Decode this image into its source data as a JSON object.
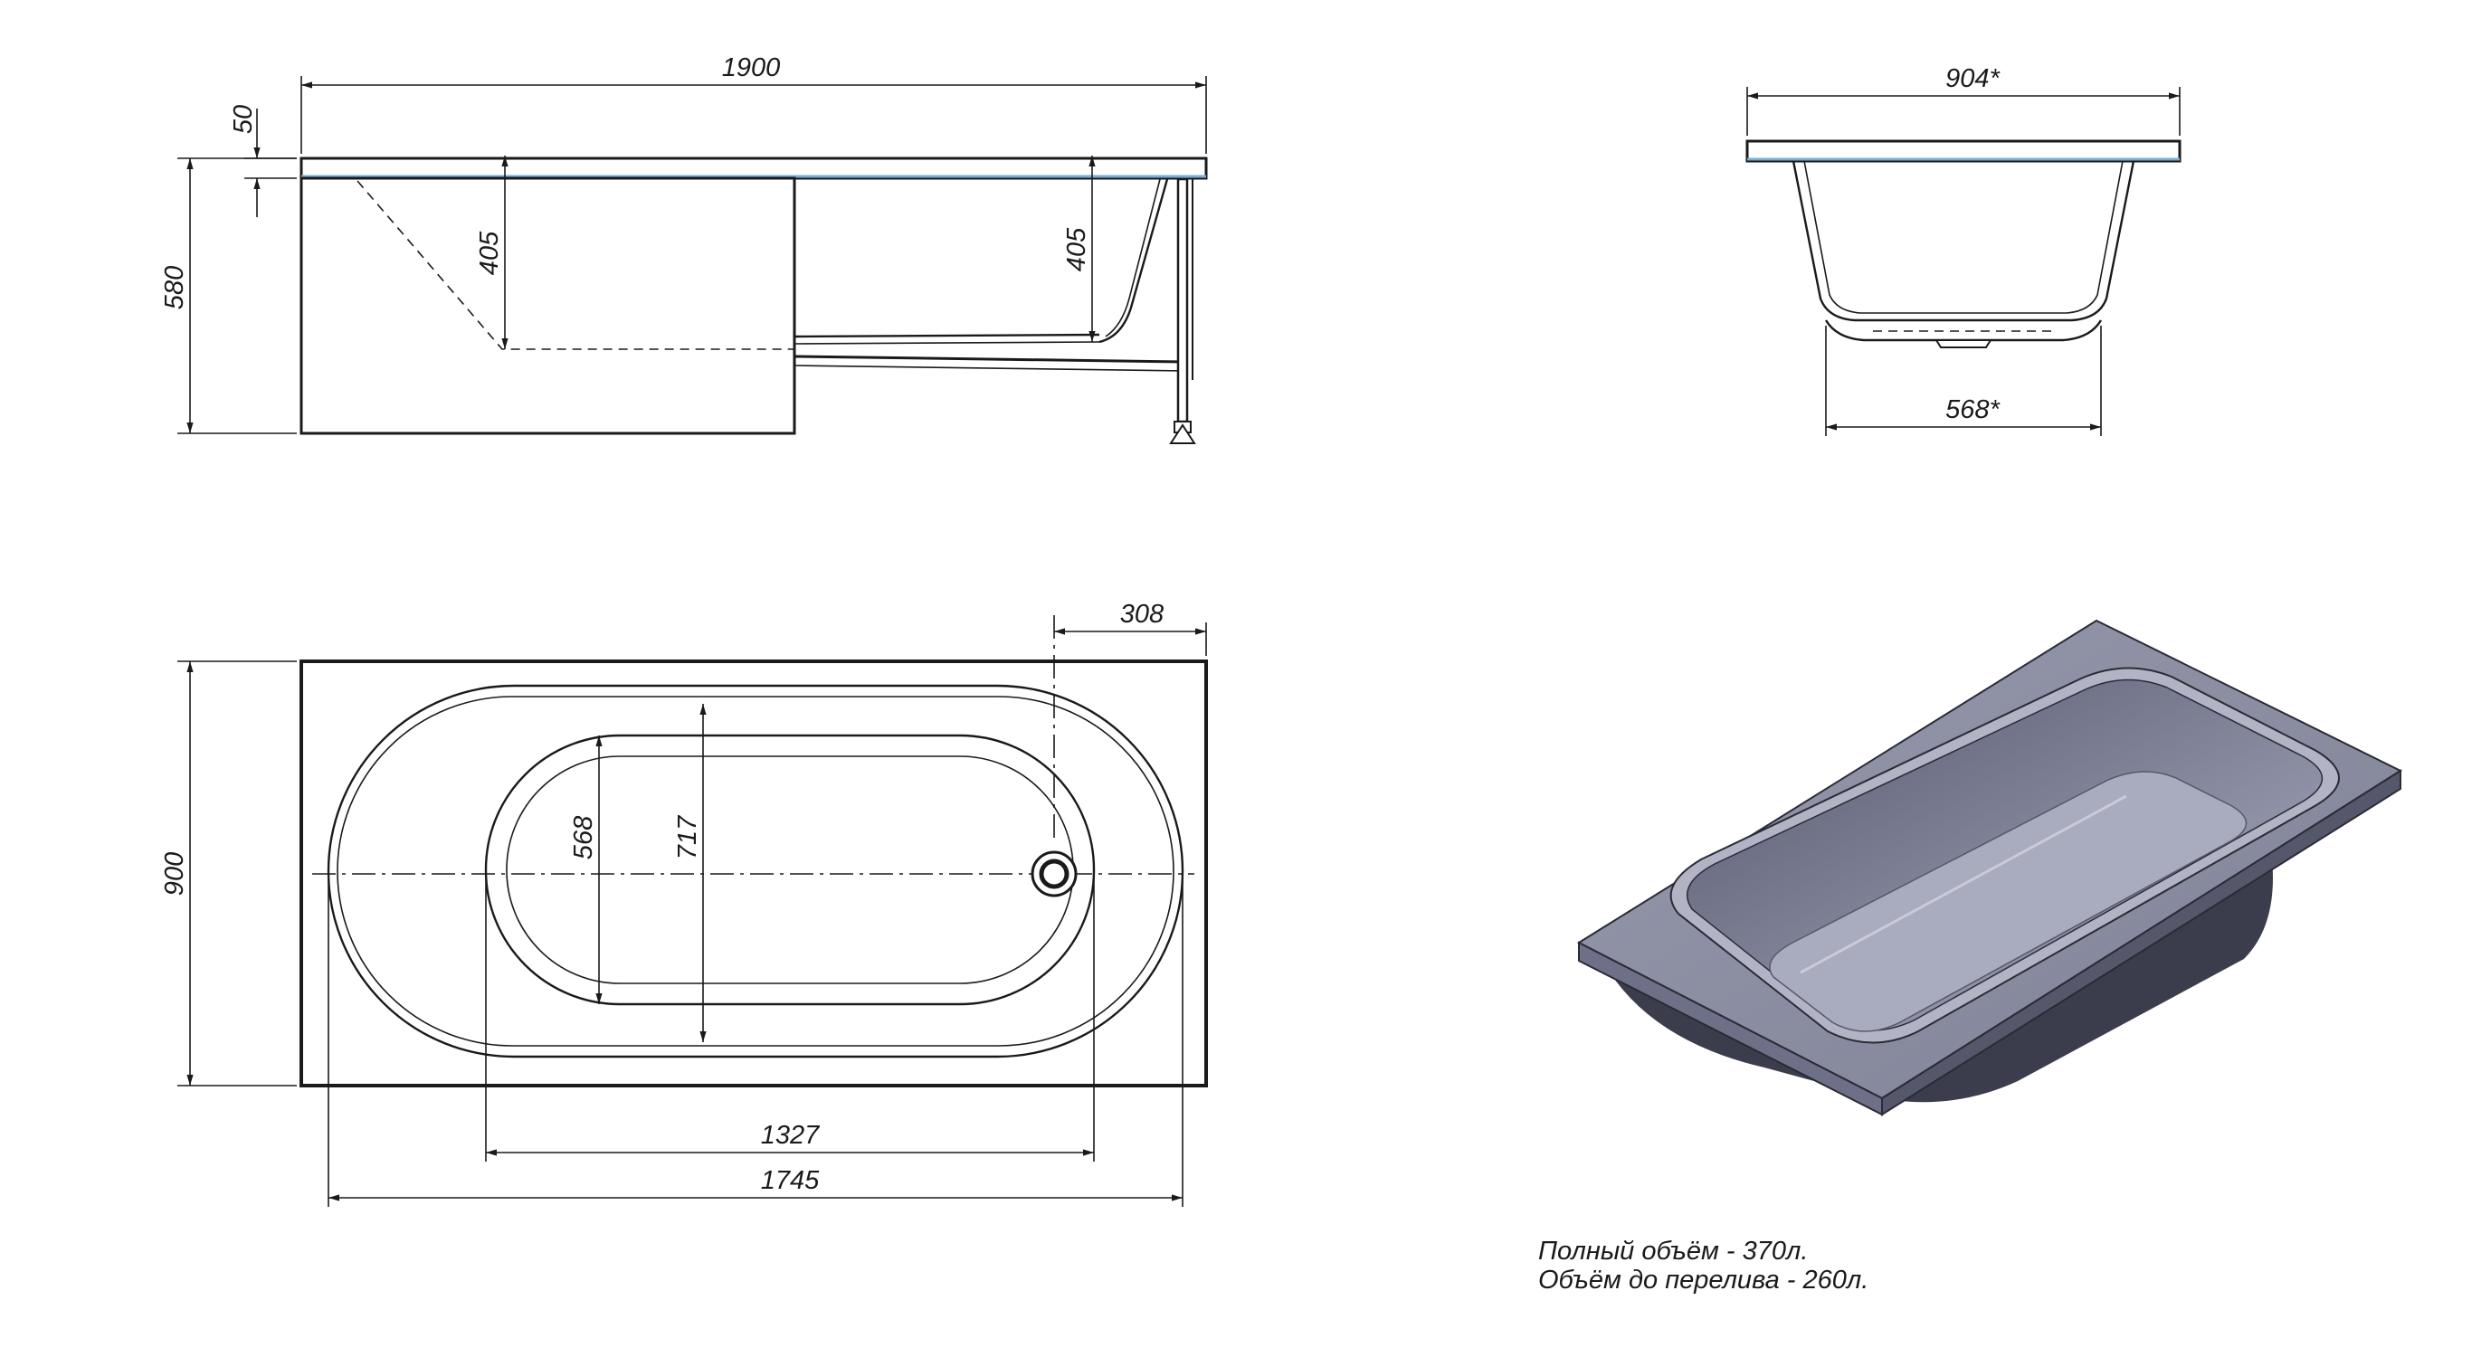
{
  "side_view": {
    "length_label": "1900",
    "rim_label": "50",
    "height_label": "580",
    "depth_left_label": "405",
    "depth_right_label": "405"
  },
  "end_view": {
    "top_width_label": "904*",
    "bottom_width_label": "568*"
  },
  "plan_view": {
    "drain_offset_label": "308",
    "width_label": "900",
    "inner_bottom_width_label": "568",
    "inner_top_width_label": "717",
    "inner_length_label": "1327",
    "outer_length_label": "1745"
  },
  "notes": {
    "full_volume": "Полный объём - 370л.",
    "overflow_volume": "Объём до перелива - 260л."
  },
  "colors": {
    "line": "#1a1a1a",
    "rim_highlight": "#7aaed6",
    "tub_surface": "#8f91a6",
    "tub_inner": "#6e7087",
    "tub_dark": "#3c3d4c",
    "tub_light": "#b2b4c6"
  }
}
